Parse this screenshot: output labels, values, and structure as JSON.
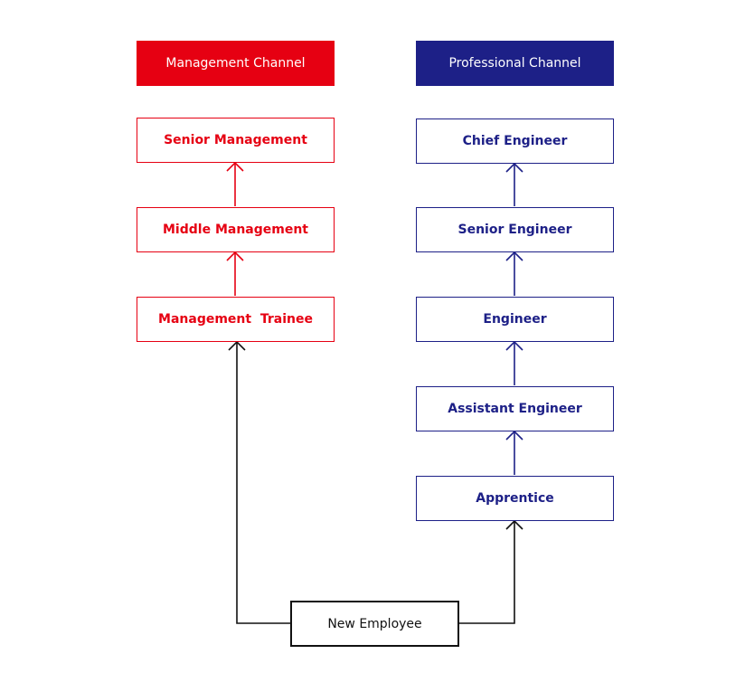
{
  "management": {
    "header": "Management Channel",
    "levels": [
      "Senior Management",
      "Middle Management",
      "Management  Trainee"
    ]
  },
  "professional": {
    "header": "Professional Channel",
    "levels": [
      "Chief Engineer",
      "Senior Engineer",
      "Engineer",
      "Assistant Engineer",
      "Apprentice"
    ]
  },
  "entry": {
    "label": "New Employee"
  },
  "colors": {
    "management": "#e60012",
    "professional": "#1d2087",
    "entry": "#111111"
  }
}
